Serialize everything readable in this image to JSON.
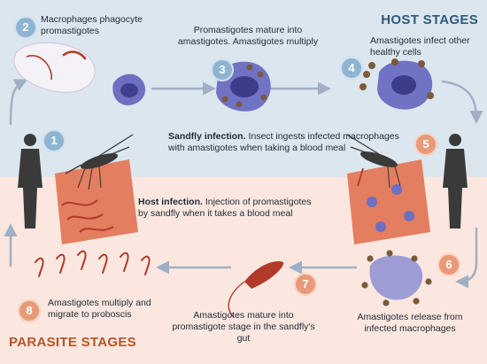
{
  "stages": {
    "host_title": "HOST STAGES",
    "parasite_title": "PARASITE STAGES"
  },
  "steps": [
    {
      "num": "1",
      "bold": "",
      "text": ""
    },
    {
      "num": "2",
      "bold": "",
      "text": "Macrophages phagocyte promastigotes"
    },
    {
      "num": "3",
      "bold": "",
      "text": "Promastigotes mature into amastigotes. Amastigotes multiply"
    },
    {
      "num": "4",
      "bold": "",
      "text": "Amastigotes infect other healthy cells"
    },
    {
      "num": "5",
      "bold": "Sandfly infection.",
      "text": "Insect ingests infected macrophages with amastigotes when taking a blood meal"
    },
    {
      "num": "6",
      "bold": "",
      "text": "Amastigotes release from infected macrophages"
    },
    {
      "num": "7",
      "bold": "",
      "text": "Amastigotes mature into promastigote stage in the sandfly's gut"
    },
    {
      "num": "8",
      "bold": "",
      "text": "Amastigotes multiply and migrate to proboscis"
    }
  ],
  "host_infection": {
    "bold": "Host infection.",
    "text": "Injection of promastigotes by sandfly when it takes a blood meal"
  },
  "colors": {
    "host_band": "#dce6ee",
    "parasite_band": "#fbe7df",
    "host_title": "#2c5a7e",
    "parasite_title": "#b6542a",
    "arrow": "#9fb0c6",
    "skin": "#e47e60",
    "macrophage": "#6d6fc0",
    "parasite": "#b23a2a",
    "amastigote": "#7a5a3a"
  }
}
